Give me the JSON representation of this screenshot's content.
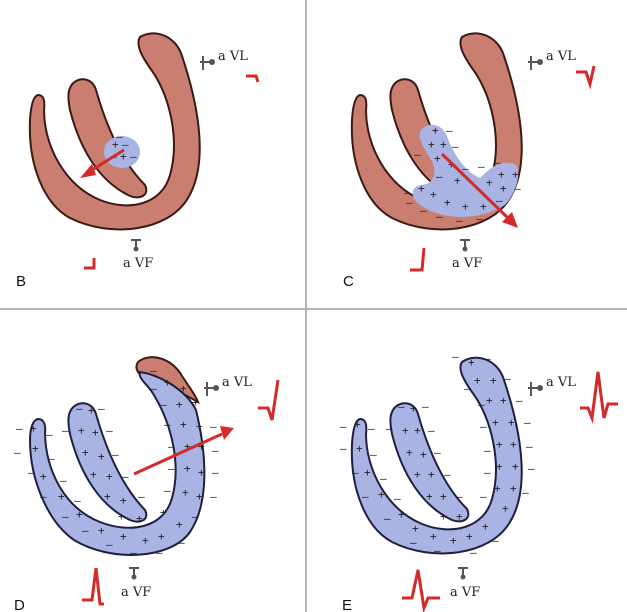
{
  "panels": [
    {
      "id": "B",
      "letter": "B",
      "lead_top": "a VL",
      "lead_bottom": "a VF"
    },
    {
      "id": "C",
      "letter": "C",
      "lead_top": "a VL",
      "lead_bottom": "a VF"
    },
    {
      "id": "D",
      "letter": "D",
      "lead_top": "a VL",
      "lead_bottom": "a VF"
    },
    {
      "id": "E",
      "letter": "E",
      "lead_top": "a VL",
      "lead_bottom": "a VF"
    }
  ],
  "signs": {
    "plus": "+",
    "minus": "–"
  },
  "colors": {
    "muscle": "#c97e70",
    "depolarized": "#a9b4e4",
    "vector": "#d42a2a",
    "outline": "#3a1a15"
  }
}
